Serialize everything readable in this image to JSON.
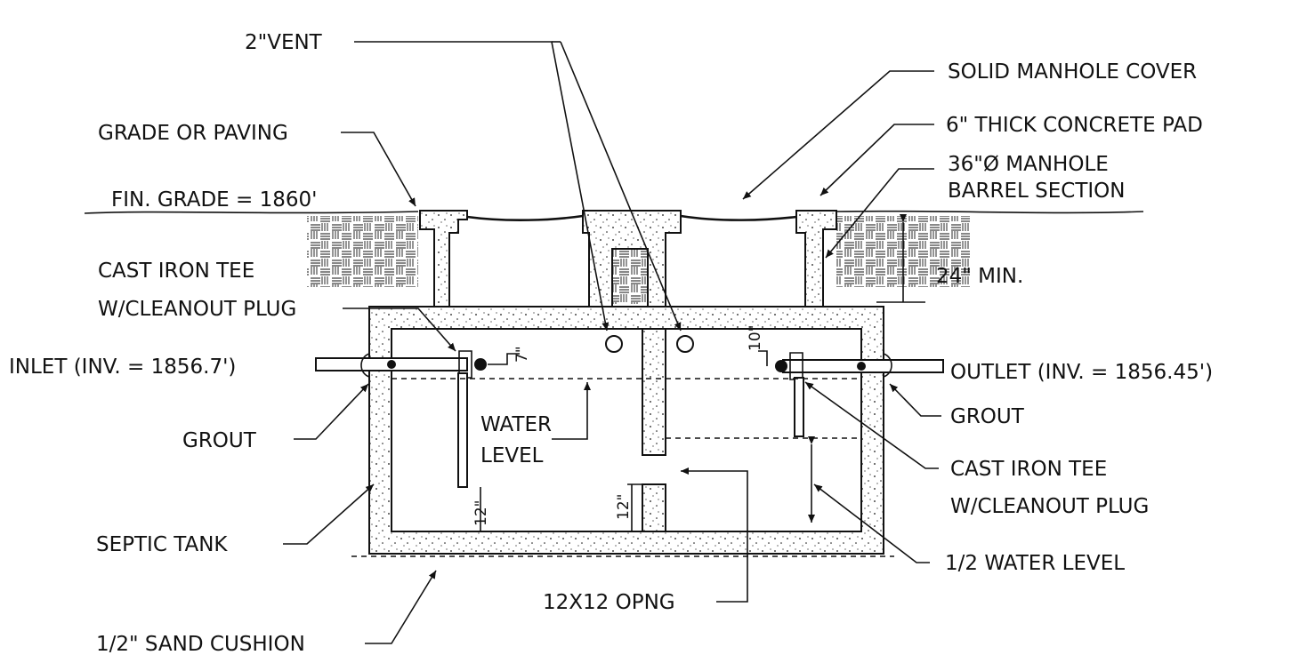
{
  "labels": {
    "vent": "2\"VENT",
    "manhole_cover": "SOLID MANHOLE COVER",
    "concrete_pad": "6\" THICK CONCRETE PAD",
    "barrel_1": "36\"Ø MANHOLE",
    "barrel_2": "BARREL SECTION",
    "grade": "GRADE OR PAVING",
    "fin_grade": "FIN. GRADE = 1860'",
    "tee_left_1": "CAST IRON TEE",
    "tee_left_2": "W/CLEANOUT PLUG",
    "min_depth": "24\" MIN.",
    "inlet": "INLET (INV. = 1856.7')",
    "outlet": "OUTLET (INV. = 1856.45')",
    "grout_left": "GROUT",
    "grout_right": "GROUT",
    "water_1": "WATER",
    "water_2": "LEVEL",
    "tee_right_1": "CAST IRON TEE",
    "tee_right_2": "W/CLEANOUT PLUG",
    "septic_tank": "SEPTIC TANK",
    "half_water": "1/2 WATER LEVEL",
    "opening": "12X12 OPNG",
    "sand": "1/2\" SAND CUSHION"
  },
  "dimensions": {
    "inlet_drop": "7\"",
    "outlet_drop": "10\"",
    "left_tee_clear": "12\"",
    "baffle_opening": "12\""
  },
  "colors": {
    "ink": "#111111",
    "paper": "#ffffff"
  }
}
